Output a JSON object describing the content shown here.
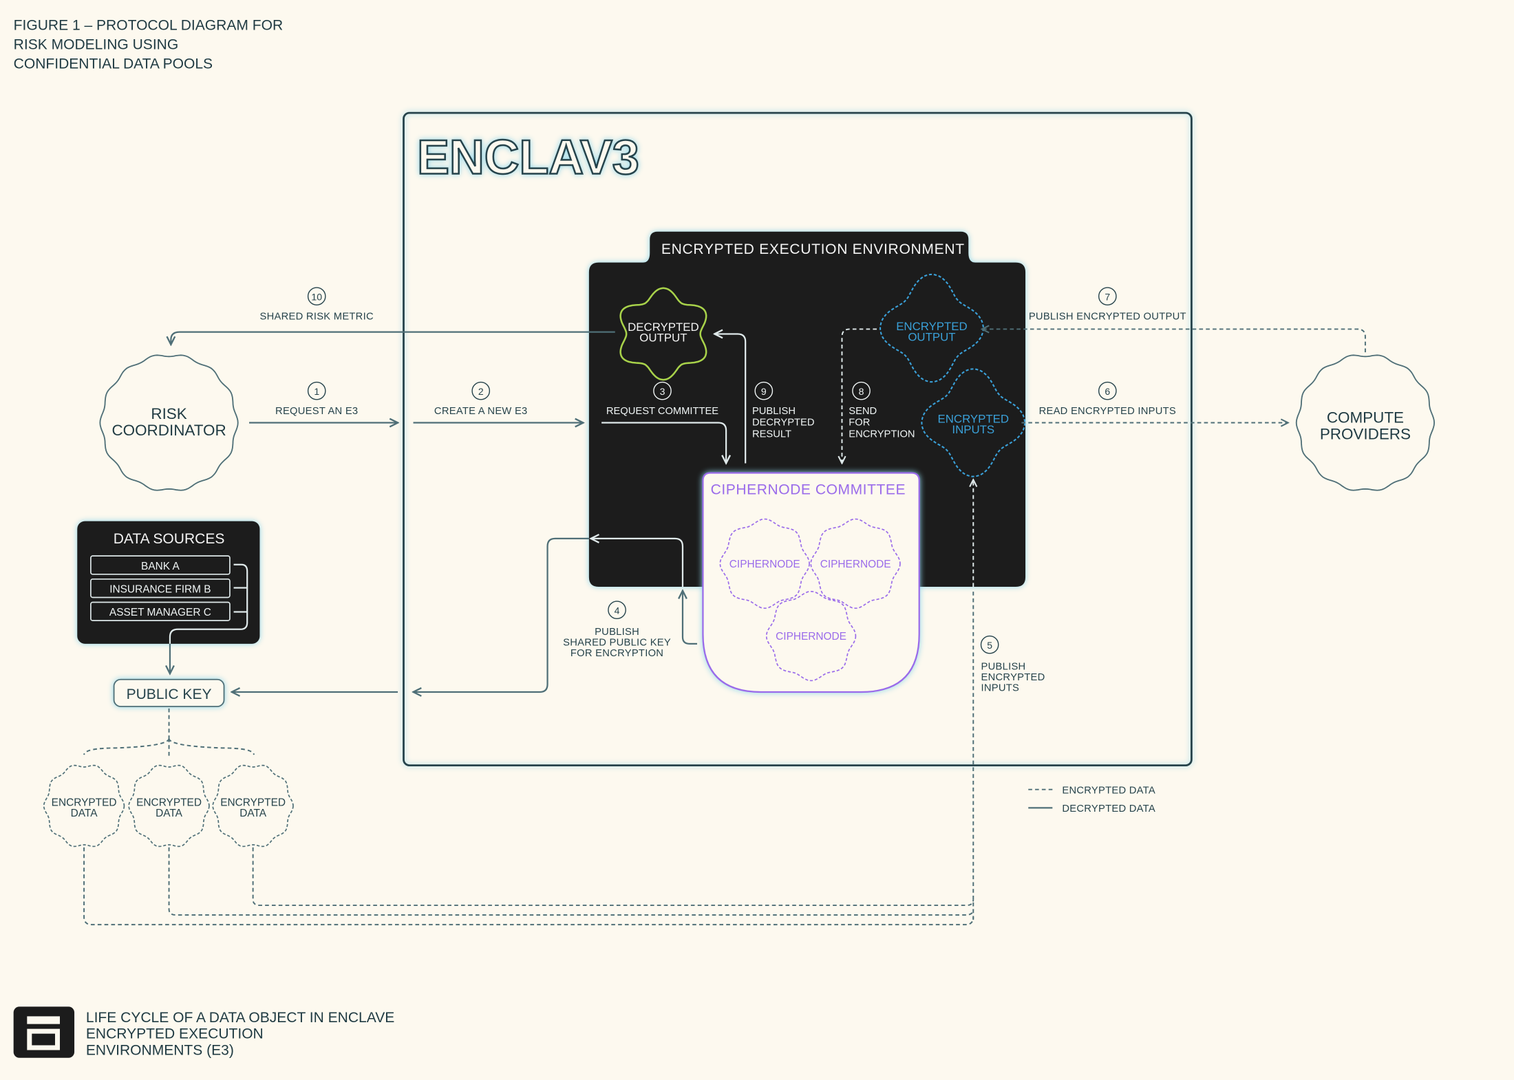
{
  "figure_title": [
    "FIGURE 1 – PROTOCOL DIAGRAM FOR",
    "RISK MODELING USING",
    "CONFIDENTIAL DATA POOLS"
  ],
  "logo_text": "ENCLAV3",
  "eee_title": "ENCRYPTED EXECUTION ENVIRONMENT",
  "nodes": {
    "risk_coordinator": [
      "RISK",
      "COORDINATOR"
    ],
    "compute_providers": [
      "COMPUTE",
      "PROVIDERS"
    ],
    "decrypted_output": [
      "DECRYPTED",
      "OUTPUT"
    ],
    "encrypted_output": [
      "ENCRYPTED",
      "OUTPUT"
    ],
    "encrypted_inputs": [
      "ENCRYPTED",
      "INPUTS"
    ],
    "committee_title": "CIPHERNODE COMMITTEE",
    "ciphernodes": [
      "CIPHERNODE",
      "CIPHERNODE",
      "CIPHERNODE"
    ],
    "public_key": "PUBLIC KEY",
    "encrypted_data": [
      [
        "ENCRYPTED",
        "DATA"
      ],
      [
        "ENCRYPTED",
        "DATA"
      ],
      [
        "ENCRYPTED",
        "DATA"
      ]
    ]
  },
  "data_sources": {
    "title": "DATA SOURCES",
    "items": [
      "BANK A",
      "INSURANCE FIRM B",
      "ASSET MANAGER C"
    ]
  },
  "steps": [
    {
      "n": "1",
      "label": [
        "REQUEST AN E3"
      ]
    },
    {
      "n": "2",
      "label": [
        "CREATE A NEW E3"
      ]
    },
    {
      "n": "3",
      "label": [
        "REQUEST COMMITTEE"
      ]
    },
    {
      "n": "4",
      "label": [
        "PUBLISH",
        "SHARED PUBLIC KEY",
        "FOR ENCRYPTION"
      ]
    },
    {
      "n": "5",
      "label": [
        "PUBLISH",
        "ENCRYPTED",
        "INPUTS"
      ]
    },
    {
      "n": "6",
      "label": [
        "READ ENCRYPTED INPUTS"
      ]
    },
    {
      "n": "7",
      "label": [
        "PUBLISH ENCRYPTED OUTPUT"
      ]
    },
    {
      "n": "8",
      "label": [
        "SEND",
        "FOR",
        "ENCRYPTION"
      ]
    },
    {
      "n": "9",
      "label": [
        "PUBLISH",
        "DECRYPTED",
        "RESULT"
      ]
    },
    {
      "n": "10",
      "label": [
        "SHARED RISK METRIC"
      ]
    }
  ],
  "legend": {
    "encrypted": "ENCRYPTED DATA",
    "decrypted": "DECRYPTED DATA"
  },
  "footer": [
    "LIFE CYCLE OF A DATA OBJECT IN ENCLAVE",
    "ENCRYPTED EXECUTION",
    "ENVIRONMENTS (E3)"
  ],
  "colors": {
    "background": "#fdf9ef",
    "line": "#4f6f77",
    "dark": "#1c1c1c",
    "green": "#a8d24a",
    "blue": "#3aa0d8",
    "purple": "#9a6bea"
  }
}
